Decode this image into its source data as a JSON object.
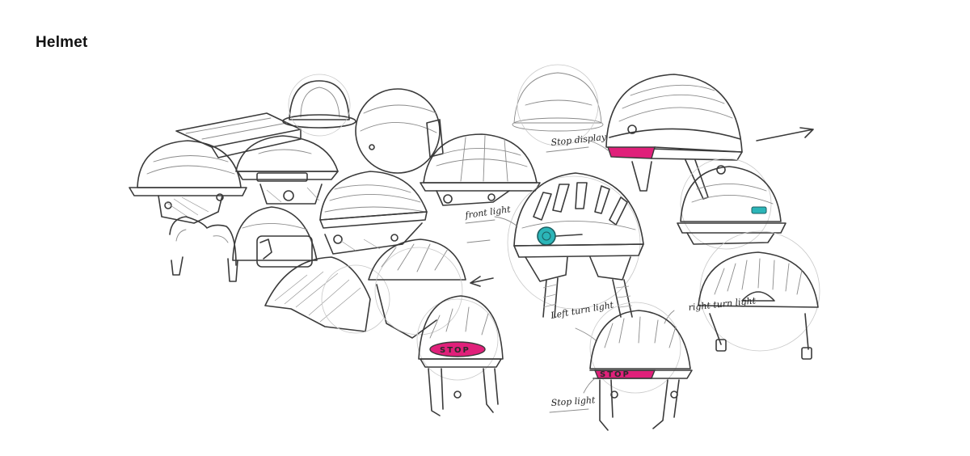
{
  "title": "Helmet",
  "colors": {
    "accent_pink": "#e0207a",
    "accent_teal": "#2bb5b8",
    "ink": "#3a3a3a"
  },
  "annotations": {
    "stop_display": "Stop display",
    "front_light": "front light",
    "left_turn_light": "Left turn light",
    "right_turn_light": "right turn light",
    "stop_light": "Stop light"
  },
  "stop_labels": {
    "front": "STOP",
    "rear": "STOP"
  }
}
